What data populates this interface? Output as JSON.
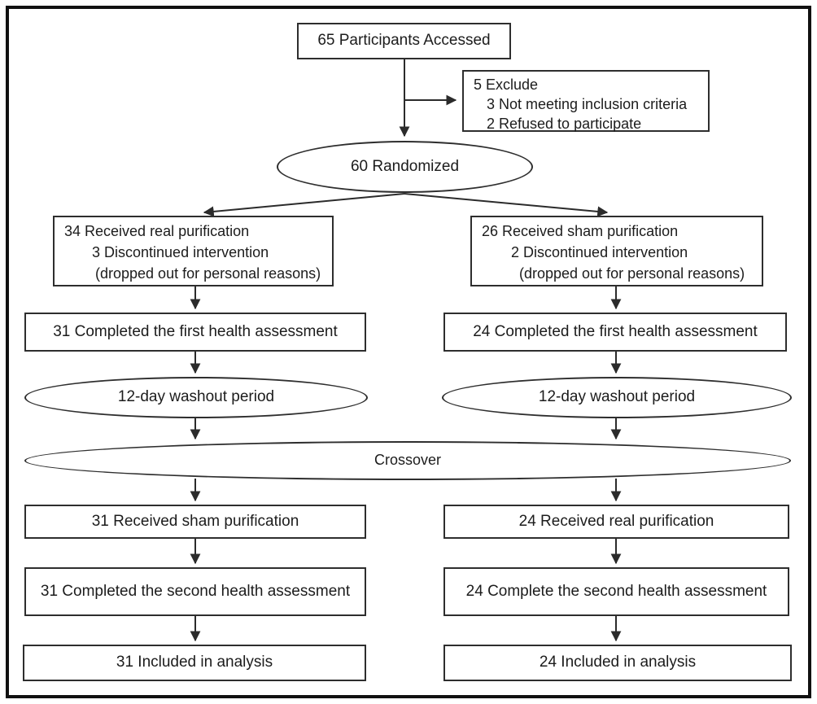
{
  "nodes": {
    "accessed": {
      "text": "65 Participants Accessed"
    },
    "excluded": {
      "lines": [
        "5 Exclude",
        "3 Not meeting inclusion criteria",
        "2 Refused to participate"
      ]
    },
    "randomized": {
      "text": "60 Randomized"
    },
    "left_allocated": {
      "lines": [
        "34 Received real purification",
        "3 Discontinued intervention",
        "(dropped out for personal reasons)"
      ]
    },
    "right_allocated": {
      "lines": [
        "26 Received sham purification",
        "2 Discontinued intervention",
        "(dropped out for personal reasons)"
      ]
    },
    "left_first_assessment": {
      "text": "31 Completed the first health assessment"
    },
    "right_first_assessment": {
      "text": "24 Completed the first health assessment"
    },
    "left_washout": {
      "text": "12-day washout period"
    },
    "right_washout": {
      "text": "12-day washout period"
    },
    "crossover": {
      "text": "Crossover"
    },
    "left_second_allocation": {
      "text": "31 Received sham purification"
    },
    "right_second_allocation": {
      "text": "24 Received real purification"
    },
    "left_second_assessment": {
      "text": "31 Completed the second health assessment"
    },
    "right_second_assessment": {
      "text": "24 Complete the second health assessment"
    },
    "left_analysis": {
      "text": "31 Included in analysis"
    },
    "right_analysis": {
      "text": "24 Included in analysis"
    }
  },
  "colors": {
    "frame_border": "#111111",
    "node_border": "#2e2e2e",
    "connector": "#2b2b2b",
    "background": "#ffffff",
    "text": "#1c1c1c"
  }
}
